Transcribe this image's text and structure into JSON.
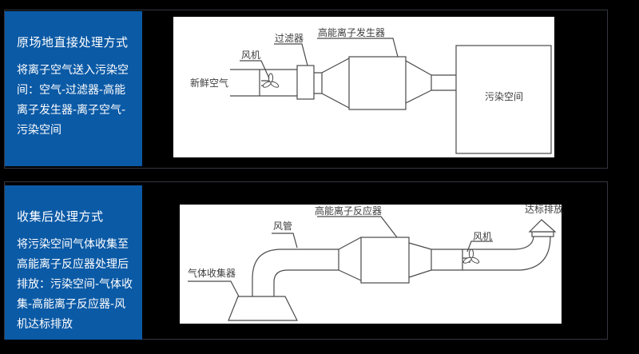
{
  "colors": {
    "background": "#000000",
    "panel_blue": "#0b5aa6",
    "panel_text": "#ffffff",
    "container_border": "#34373f",
    "diagram_background": "#ffffff",
    "diagram_line": "#4a4a4a",
    "diagram_label_text": "#3d3d3d"
  },
  "sections": [
    {
      "id": "onsite",
      "title": "原场地直接处理方式",
      "description": "将离子空气送入污染空间：空气-过滤器-高能离子发生器-离子空气-污染空间",
      "diagram": {
        "labels": {
          "fresh_air": "新鲜空气",
          "fan": "风机",
          "filter": "过滤器",
          "generator": "高能离子发生器",
          "polluted_space": "污染空间"
        }
      }
    },
    {
      "id": "collect",
      "title": "收集后处理方式",
      "description": "将污染空间气体收集至高能离子反应器处理后排放：污染空间-气体收集-高能离子反应器-风机达标排放",
      "diagram": {
        "labels": {
          "collector": "气体收集器",
          "duct": "风管",
          "reactor": "高能离子反应器",
          "fan": "风机",
          "discharge": "达标排放"
        }
      }
    }
  ]
}
